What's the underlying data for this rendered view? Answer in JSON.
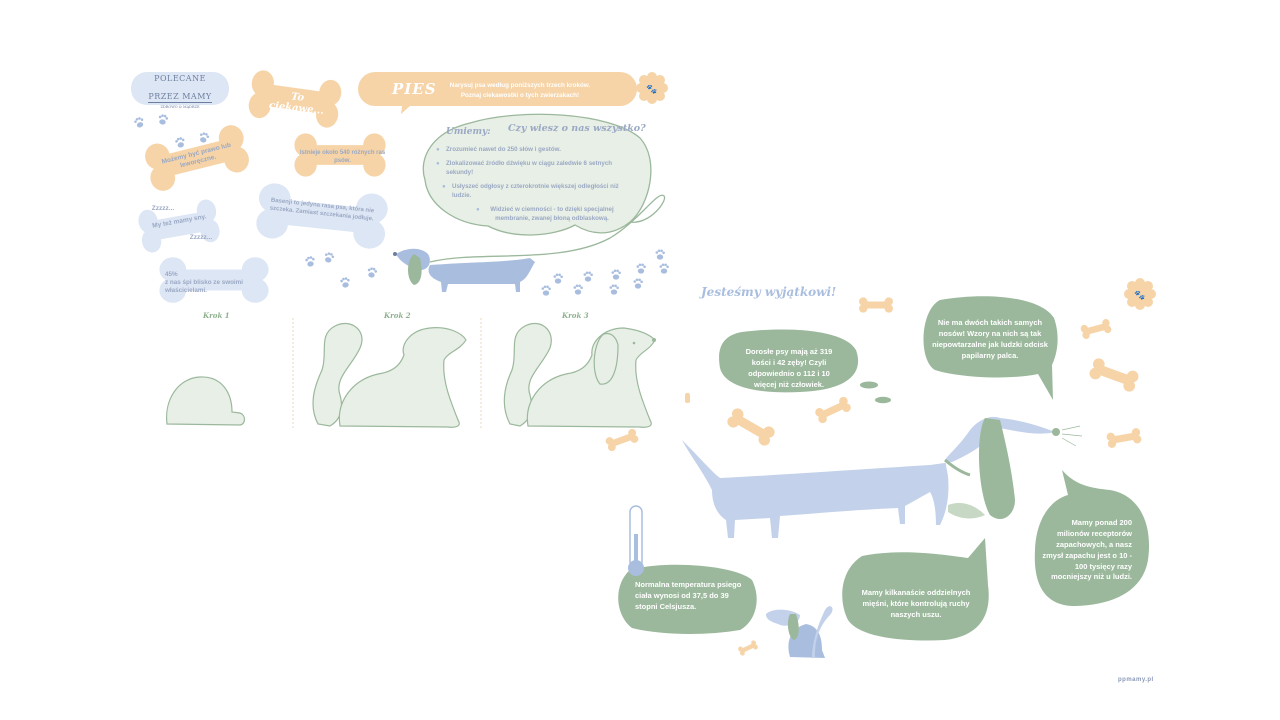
{
  "colors": {
    "peach": "#f6d4a8",
    "pale_blue": "#dde6f4",
    "blue": "#a9bedf",
    "green": "#9bb89c",
    "green_light": "#e8efe6",
    "text_blue": "#9aa8c4"
  },
  "left": {
    "logo": {
      "line1": "POLECANE",
      "line2": "PRZEZ MAMY",
      "sub": "ZDROWO & MĄDRZE"
    },
    "bone_title": "To ciekawe...",
    "header": {
      "title": "PIES",
      "line1": "Narysuj psa według poniższych trzech kroków.",
      "line2": "Poznaj ciekawostki o tych zwierzakach!"
    },
    "bones": {
      "lewelapie": "Możemy być prawo lub leworęczne.",
      "sniffs": "Istnieje około 540 różnych ras psów.",
      "zzz1": "Zzzzz...",
      "sleep": "My też mamy sny.",
      "zzz2": "Zzzzz...",
      "basenji": "Basenji to jedyna rasa psa, która nie szczeka. Zamiast szczekania jodłuje.",
      "percent": "45%",
      "percent_text": "z nas śpi blisko ze swoimi właścicielami."
    },
    "cloud": {
      "title": "Umiemy:",
      "question": "Czy wiesz o nas wszystko?",
      "items": [
        "Zrozumieć nawet do 250 słów i gestów.",
        "Zlokalizować źródło dźwięku w ciągu zaledwie 6 setnych sekundy!",
        "Usłyszeć odgłosy z czterokrotnie większej odległości niż ludzie.",
        "Widzieć w ciemności - to dzięki specjalnej membranie, zwanej błoną odblaskową."
      ]
    },
    "steps": [
      "Krok 1",
      "Krok 2",
      "Krok 3"
    ]
  },
  "right": {
    "title": "Jesteśmy wyjątkowi!",
    "bubbles": {
      "teeth": "Dorosłe psy mają aż 319 kości i 42 zęby! Czyli odpowiednio o 112 i 10 więcej niż człowiek.",
      "nose": "Nie ma dwóch takich samych nosów! Wzory na nich są tak niepowtarzalne jak ludzki odcisk papilarny palca.",
      "temp": "Normalna temperatura psiego ciała wynosi od 37,5 do 39 stopni Celsjusza.",
      "ears": "Mamy kilkanaście oddzielnych mięśni, które kontrolują ruchy naszych uszu.",
      "smell": "Mamy ponad 200 milionów receptorów zapachowych, a nasz zmysł zapachu jest o 10 - 100 tysięcy razy mocniejszy niż u ludzi."
    },
    "footer": "ppmamy.pl"
  }
}
